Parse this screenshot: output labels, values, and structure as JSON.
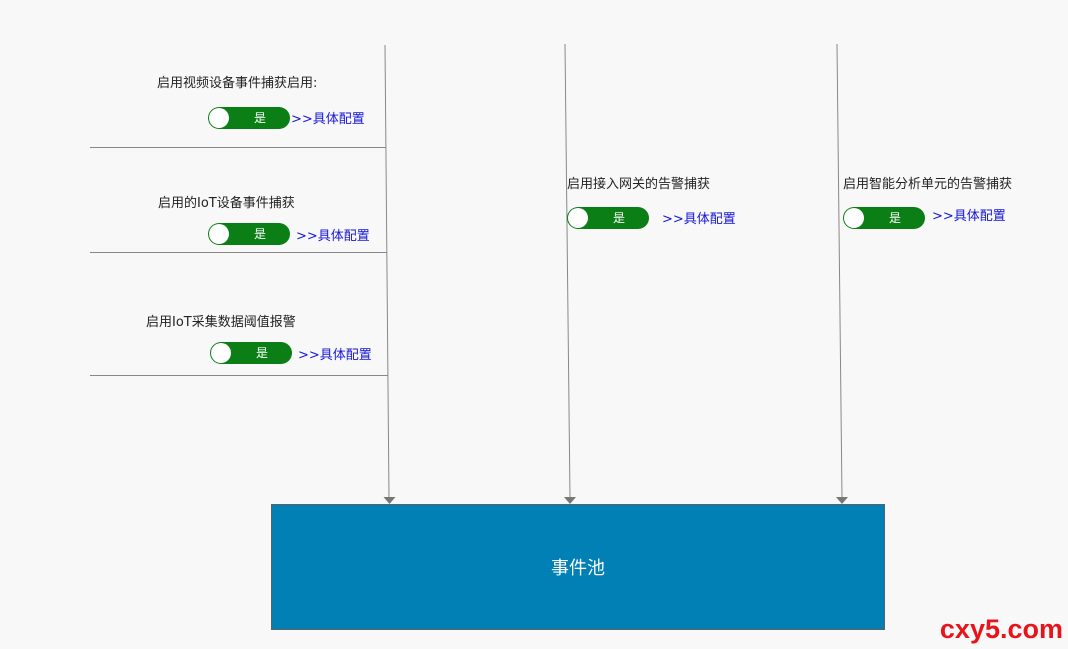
{
  "left_group": {
    "items": [
      {
        "label": "启用视频设备事件捕获启用:",
        "toggle": "是",
        "link": ">>具体配置"
      },
      {
        "label": "启用的IoT设备事件捕获",
        "toggle": "是",
        "link": ">>具体配置"
      },
      {
        "label": "启用IoT采集数据阈值报警",
        "toggle": "是",
        "link": ">>具体配置"
      }
    ]
  },
  "gateway": {
    "label": "启用接入网关的告警捕获",
    "toggle": "是",
    "link": ">>具体配置"
  },
  "analysis": {
    "label": "启用智能分析单元的告警捕获",
    "toggle": "是",
    "link": ">>具体配置"
  },
  "pool": {
    "label": "事件池"
  },
  "watermark": {
    "text": "cxy5.com"
  },
  "colors": {
    "toggle_on": "#0b7f16",
    "link": "#1515d8",
    "pool_fill": "#0080b4",
    "connector": "#888888",
    "watermark": "#e8141b"
  }
}
